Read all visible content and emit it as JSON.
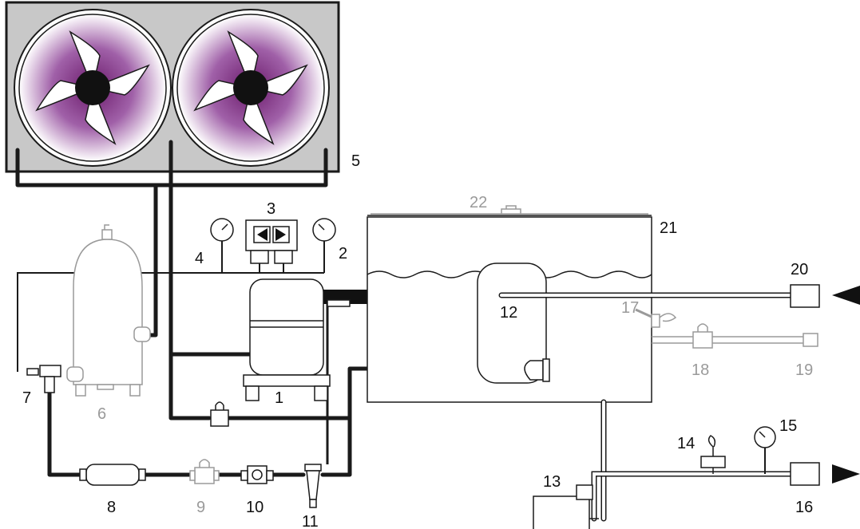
{
  "labels": {
    "l1": "1",
    "l2": "2",
    "l3": "3",
    "l4": "4",
    "l5": "5",
    "l6": "6",
    "l7": "7",
    "l8": "8",
    "l9": "9",
    "l10": "10",
    "l11": "11",
    "l12": "12",
    "l13": "13",
    "l14": "14",
    "l15": "15",
    "l16": "16",
    "l17": "17",
    "l18": "18",
    "l19": "19",
    "l20": "20",
    "l21": "21",
    "l22": "22"
  },
  "colors": {
    "condenser_panel": "#c8c8c8",
    "fan_purple": "#8e3a8e",
    "pipe": "#1a1a1a",
    "inactive_component": "#9a9a9a"
  },
  "icons": {
    "inlet_arrow": "arrow-left-icon",
    "outlet_arrow": "arrow-right-icon"
  }
}
